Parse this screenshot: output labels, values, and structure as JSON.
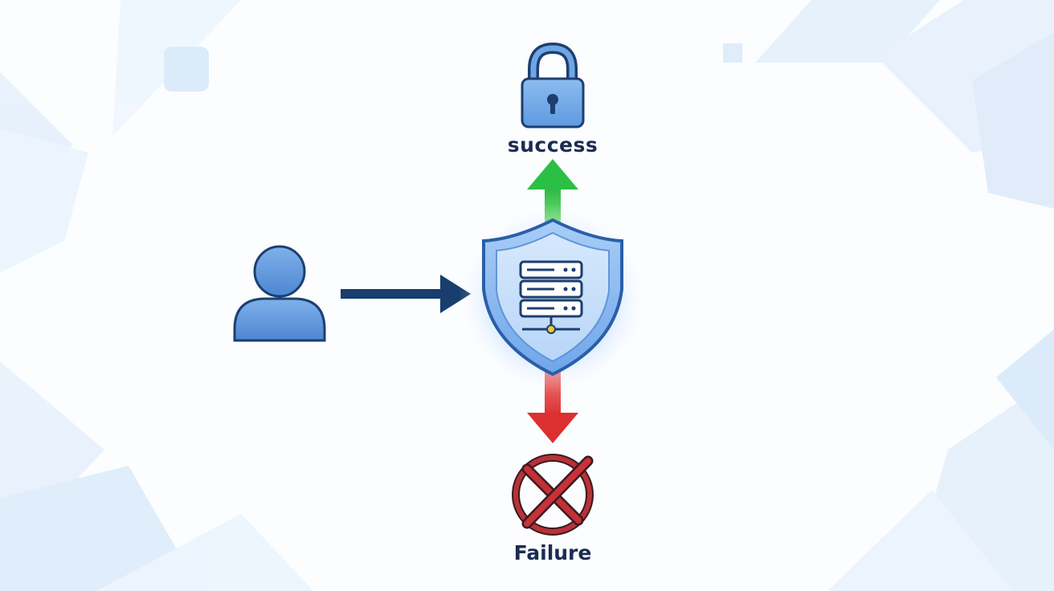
{
  "nodes": {
    "user": {
      "icon": "user-icon"
    },
    "gateway": {
      "icon": "shield-server-icon"
    },
    "success": {
      "icon": "padlock-icon",
      "label": "success"
    },
    "failure": {
      "icon": "cross-circle-icon",
      "label": "Failure"
    }
  },
  "edges": [
    {
      "from": "user",
      "to": "gateway",
      "color": "#173e6e"
    },
    {
      "from": "gateway",
      "to": "success",
      "color": "#34c44f"
    },
    {
      "from": "gateway",
      "to": "failure",
      "color": "#e23a3a"
    }
  ],
  "colors": {
    "accent_blue": "#4d8ad8",
    "dark_navy": "#173e6e",
    "success_green": "#34c44f",
    "failure_red": "#c0282e",
    "background_shape": "#dcecfb"
  }
}
